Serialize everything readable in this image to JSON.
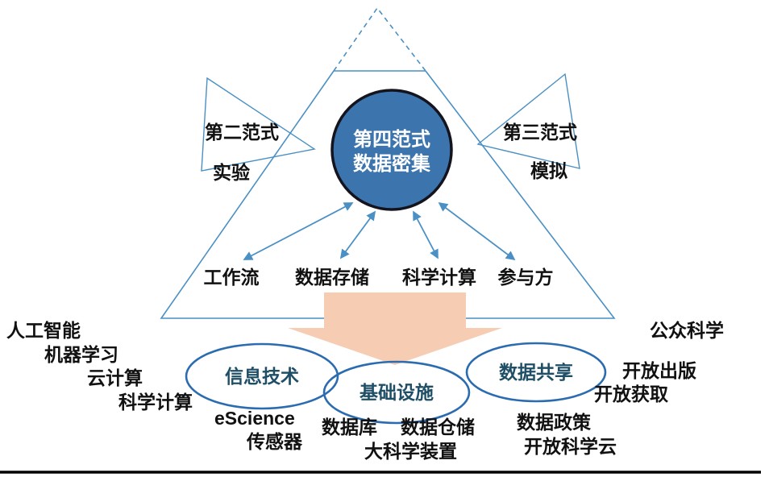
{
  "colors": {
    "outline_blue": "#4a90c4",
    "circle_fill": "#3c74ad",
    "circle_stroke": "#14141f",
    "ellipse_stroke": "#2b6cb0",
    "big_arrow_fill": "#f6cdb3",
    "circle_text": "#ffffff",
    "label_text": "#111111",
    "ellipse_text": "#1f4f66"
  },
  "pyramid": {
    "center_circle": {
      "line1": "第四范式",
      "line2": "数据密集"
    },
    "left_wing": {
      "name": "第二范式",
      "sub": "实验"
    },
    "right_wing": {
      "name": "第三范式",
      "sub": "模拟"
    },
    "components": [
      "工作流",
      "数据存储",
      "科学计算",
      "参与方"
    ]
  },
  "foundations": [
    {
      "label": "信息技术"
    },
    {
      "label": "基础设施"
    },
    {
      "label": "数据共享"
    }
  ],
  "terms": {
    "left": [
      "人工智能",
      "机器学习",
      "云计算",
      "科学计算",
      "eScience",
      "传感器"
    ],
    "bottom": [
      "数据库",
      "数据仓储",
      "大科学装置"
    ],
    "right": [
      "公众科学",
      "开放出版",
      "开放获取",
      "数据政策",
      "开放科学云"
    ]
  }
}
